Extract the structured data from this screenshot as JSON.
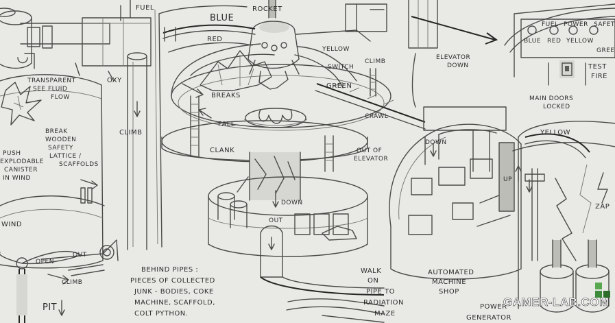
{
  "labels": {
    "fuel": "FUEL",
    "blue": "BLUE",
    "red": "RED",
    "rocket": "ROCKET",
    "yellow_top": "YELLOW",
    "elevator_down": "ELEVATOR DOWN",
    "elevator_down_1": "ELEVATOR",
    "elevator_down_2": "DOWN",
    "switch": "SWITCH",
    "climb_top": "CLIMB",
    "green": "GREEN",
    "oxy": "OXY",
    "transparent_1": "TRANSPARENT",
    "transparent_2": "SEE FLUID",
    "transparent_3": "FLOW",
    "climb_left": "CLIMB",
    "breaks": "BREAKS",
    "fall": "FALL",
    "clank": "CLANK",
    "crawl": "CRAWL",
    "out_of_elevator_1": "OUT OF",
    "out_of_elevator_2": "ELEVATOR",
    "break_1": "BREAK",
    "break_2": "WOODEN",
    "break_3": "SAFETY",
    "break_4": "LATTICE /",
    "break_5": "SCAFFOLDS",
    "push_1": "PUSH",
    "push_2": "EXPLODABLE",
    "push_3": "CANISTER",
    "push_4": "IN WIND",
    "wind": "WIND",
    "down_center": "DOWN",
    "down_right": "DOWN",
    "up": "UP",
    "main_doors_1": "MAIN DOORS",
    "main_doors_2": "LOCKED",
    "yellow_right": "YELLOW",
    "zap": "ZAP",
    "panel_fuel": "FUEL",
    "panel_power": "POWER",
    "panel_safety": "SAFETY",
    "panel_blue": "BLUE",
    "panel_red": "RED",
    "panel_yellow": "YELLOW",
    "panel_green": "GREE",
    "test_fire_1": "TEST",
    "test_fire_2": "FIRE",
    "out_pipe": "OUT",
    "out_left": "OUT",
    "climb_bottom": "CLIMB",
    "open": "OPEN",
    "behind_1": "BEHIND PIPES :",
    "behind_2": "PIECES OF COLLECTED",
    "behind_3": "JUNK - BODIES, COKE",
    "behind_4": "MACHINE, SCAFFOLD,",
    "behind_5": "COLT PYTHON.",
    "walk_1": "WALK",
    "walk_2": "ON",
    "walk_3": "PIPE TO",
    "walk_4": "RADIATION",
    "walk_5": "MAZE",
    "automated_1": "AUTOMATED",
    "automated_2": "MACHINE",
    "automated_3": "SHOP",
    "power_1": "POWER",
    "power_2": "GENERATOR",
    "pit": "PIT",
    "watermark": "GAMER-LAB.COM"
  },
  "colors": {
    "paper": "#e9e9e6",
    "ink": "#4a4a48",
    "watermark_green": "#3d8a3a"
  },
  "icons": {
    "watermark_logo": "gamer-lab-cube-icon"
  }
}
